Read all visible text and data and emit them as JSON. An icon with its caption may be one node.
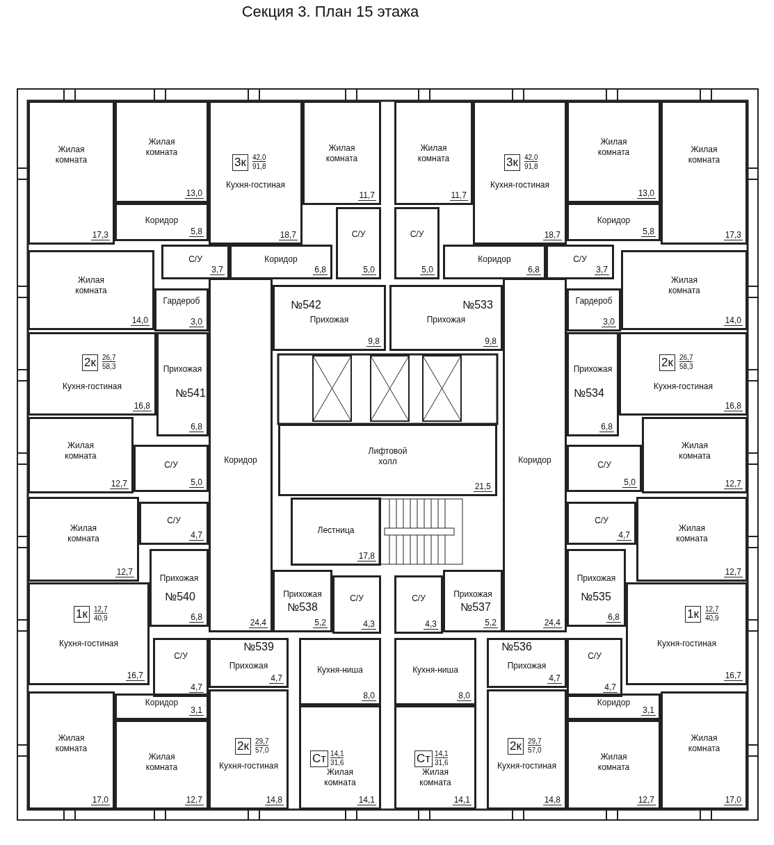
{
  "diagram": {
    "title": "Секция 3. План 15 этажа",
    "nodes": [
      {
        "text": [
          "Жилая комната",
          "17,3"
        ]
      },
      {
        "text": [
          "Жилая комната",
          "13,0"
        ]
      },
      {
        "text": [
          "Кухня-гостиная",
          "18,7"
        ]
      },
      {
        "text": [
          "Жилая комната",
          "11,7"
        ]
      },
      {
        "text": [
          "Коридор",
          "5,8"
        ]
      },
      {
        "text": [
          "С/У",
          "3,7"
        ]
      },
      {
        "text": [
          "Коридор",
          "6,8"
        ]
      },
      {
        "text": [
          "С/У",
          "5,0"
        ]
      },
      {
        "text": [
          "Прихожая",
          "9,8"
        ]
      },
      {
        "text": [
          "Жилая комната",
          "17,3"
        ]
      },
      {
        "text": [
          "Жилая комната",
          "13,0"
        ]
      },
      {
        "text": [
          "Кухня-гостиная",
          "18,7"
        ]
      },
      {
        "text": [
          "Жилая комната",
          "11,7"
        ]
      },
      {
        "text": [
          "Коридор",
          "5,8"
        ]
      },
      {
        "text": [
          "С/У",
          "3,7"
        ]
      },
      {
        "text": [
          "Коридор",
          "6,8"
        ]
      },
      {
        "text": [
          "С/У",
          "5,0"
        ]
      },
      {
        "text": [
          "Прихожая",
          "9,8"
        ]
      },
      {
        "text": [
          "Жилая комната",
          "14,0"
        ]
      },
      {
        "text": [
          "Гардероб",
          "3,0"
        ]
      },
      {
        "text": [
          "Кухня-гостиная",
          "16,8"
        ]
      },
      {
        "text": [
          "Прихожая",
          "6,8"
        ]
      },
      {
        "text": [
          "Жилая комната",
          "12,7"
        ]
      },
      {
        "text": [
          "С/У",
          "5,0"
        ]
      },
      {
        "text": [
          "Жилая комната",
          "14,0"
        ]
      },
      {
        "text": [
          "Гардероб",
          "3,0"
        ]
      },
      {
        "text": [
          "Кухня-гостиная",
          "16,8"
        ]
      },
      {
        "text": [
          "Прихожая",
          "6,8"
        ]
      },
      {
        "text": [
          "Жилая комната",
          "12,7"
        ]
      },
      {
        "text": [
          "С/У",
          "5,0"
        ]
      },
      {
        "text": [
          "Коридор",
          "24,4"
        ]
      },
      {
        "text": [
          "Коридор",
          "24,4"
        ]
      },
      {
        "text": [
          "Лифтовой холл",
          "21,5"
        ]
      },
      {
        "text": [
          "Лестница",
          "17,8"
        ]
      },
      {
        "text": [
          "Жилая комната",
          "12,7"
        ]
      },
      {
        "text": [
          "С/У",
          "4,7"
        ]
      },
      {
        "text": [
          "Прихожая",
          "6,8"
        ]
      },
      {
        "text": [
          "Кухня-гостиная",
          "16,7"
        ]
      },
      {
        "text": [
          "Жилая комната",
          "12,7"
        ]
      },
      {
        "text": [
          "С/У",
          "4,7"
        ]
      },
      {
        "text": [
          "Прихожая",
          "6,8"
        ]
      },
      {
        "text": [
          "Кухня-гостиная",
          "16,7"
        ]
      },
      {
        "text": [
          "С/У",
          "4,7"
        ]
      },
      {
        "text": [
          "Прихожая",
          "4,7"
        ]
      },
      {
        "text": [
          "Коридор",
          "3,1"
        ]
      },
      {
        "text": [
          "Жилая комната",
          "17,0"
        ]
      },
      {
        "text": [
          "Жилая комната",
          "12,7"
        ]
      },
      {
        "text": [
          "Кухня-гостиная",
          "14,8"
        ]
      },
      {
        "text": [
          "Прихожая",
          "5,2"
        ]
      },
      {
        "text": [
          "С/У",
          "4,3"
        ]
      },
      {
        "text": [
          "Кухня-ниша",
          "8,0"
        ]
      },
      {
        "text": [
          "Жилая комната",
          "14,1"
        ]
      },
      {
        "text": [
          "Прихожая",
          "5,2"
        ]
      },
      {
        "text": [
          "С/У",
          "4,3"
        ]
      },
      {
        "text": [
          "Кухня-ниша",
          "8,0"
        ]
      },
      {
        "text": [
          "Жилая комната",
          "14,1"
        ]
      },
      {
        "text": [
          "С/У",
          "4,7"
        ]
      },
      {
        "text": [
          "Прихожая",
          "4,7"
        ]
      },
      {
        "text": [
          "Коридор",
          "3,1"
        ]
      },
      {
        "text": [
          "Жилая комната",
          "17,0"
        ]
      },
      {
        "text": [
          "Жилая комната",
          "12,7"
        ]
      },
      {
        "text": [
          "Кухня-гостиная",
          "14,8"
        ]
      }
    ],
    "labels": [
      "3к",
      "42,0",
      "91,8",
      "3к",
      "42,0",
      "91,8",
      "№542",
      "№533",
      "2к",
      "26,7",
      "58,3",
      "2к",
      "26,7",
      "58,3",
      "№541",
      "№534",
      "№540",
      "№535",
      "1к",
      "12,7",
      "40,9",
      "1к",
      "12,7",
      "40,9",
      "№538",
      "№537",
      "№539",
      "№536",
      "2к",
      "29,7",
      "57,0",
      "Ст",
      "14,1",
      "31,6",
      "Ст",
      "14,1",
      "31,6",
      "2к",
      "29,7",
      "57,0"
    ]
  }
}
